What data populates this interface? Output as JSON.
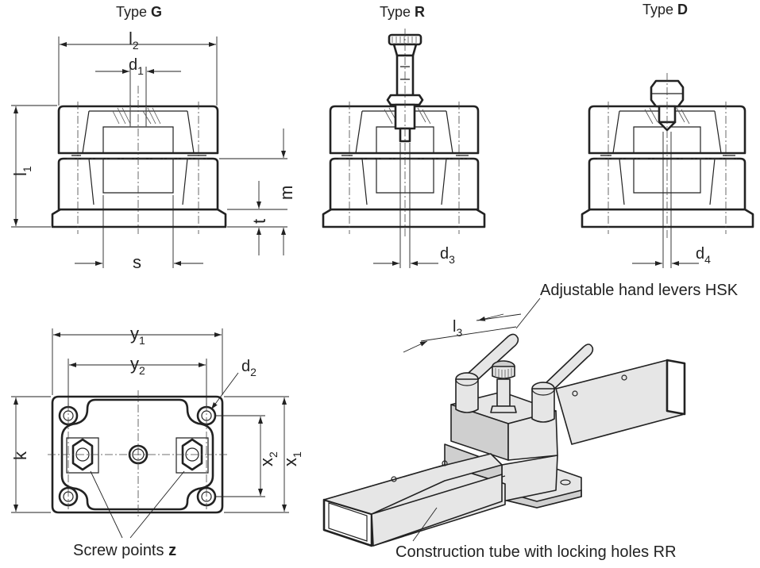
{
  "titles": {
    "type_g_prefix": "Type ",
    "type_g_letter": "G",
    "type_r_prefix": "Type ",
    "type_r_letter": "R",
    "type_d_prefix": "Type ",
    "type_d_letter": "D"
  },
  "dims": {
    "l": "l",
    "l2_sub": "2",
    "d": "d",
    "d1_sub": "1",
    "d2_sub": "2",
    "d3_sub": "3",
    "d4_sub": "4",
    "l1_sub": "1",
    "l3_sub": "3",
    "m": "m",
    "t": "t",
    "s": "s",
    "k": "k",
    "y": "y",
    "y1_sub": "1",
    "y2_sub": "2",
    "x": "x",
    "x1_sub": "1",
    "x2_sub": "2"
  },
  "callouts": {
    "hand_levers": "Adjustable hand levers HSK",
    "screw_points_prefix": "Screw points ",
    "screw_points_letter": "z",
    "construction_tube": "Construction tube with locking holes RR"
  }
}
